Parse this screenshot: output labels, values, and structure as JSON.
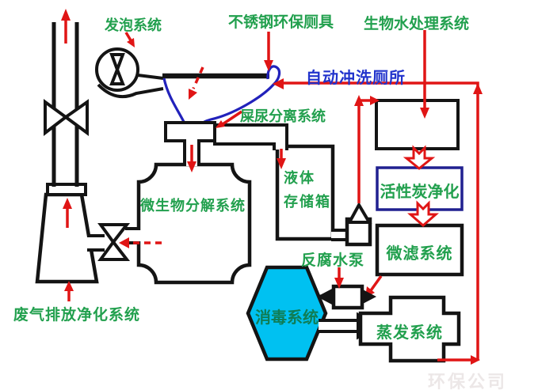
{
  "diagram": {
    "type": "flow-diagram",
    "labels": {
      "foaming_system": "发泡系统",
      "stainless_toilet": "不锈钢环保厕具",
      "bio_water_treatment": "生物水处理系统",
      "auto_flush": "自动冲洗厕所",
      "separation_system": "屎尿分离系统",
      "microbial_system": "微生物分解系统",
      "liquid_tank_line1": "液体",
      "liquid_tank_line2": "存储箱",
      "activated_carbon": "活性炭净化",
      "microfilter_system": "微滤系统",
      "anticorrosion_pump": "反腐水泵",
      "disinfection_system": "消毒系统",
      "evaporation_system": "蒸发系统",
      "exhaust_purification": "废气排放净化系统",
      "watermark": "环保公司"
    },
    "colors": {
      "label_green": "#22a04e",
      "flush_label_blue": "#2133cc",
      "line_red": "#e01515",
      "toilet_blue": "#2222bb",
      "carbon_box_border": "#202090",
      "hexagon_fill": "#00c1f1",
      "disinfect_text": "#0f7d55",
      "shape_black": "#141414",
      "background": "#ffffff"
    }
  }
}
